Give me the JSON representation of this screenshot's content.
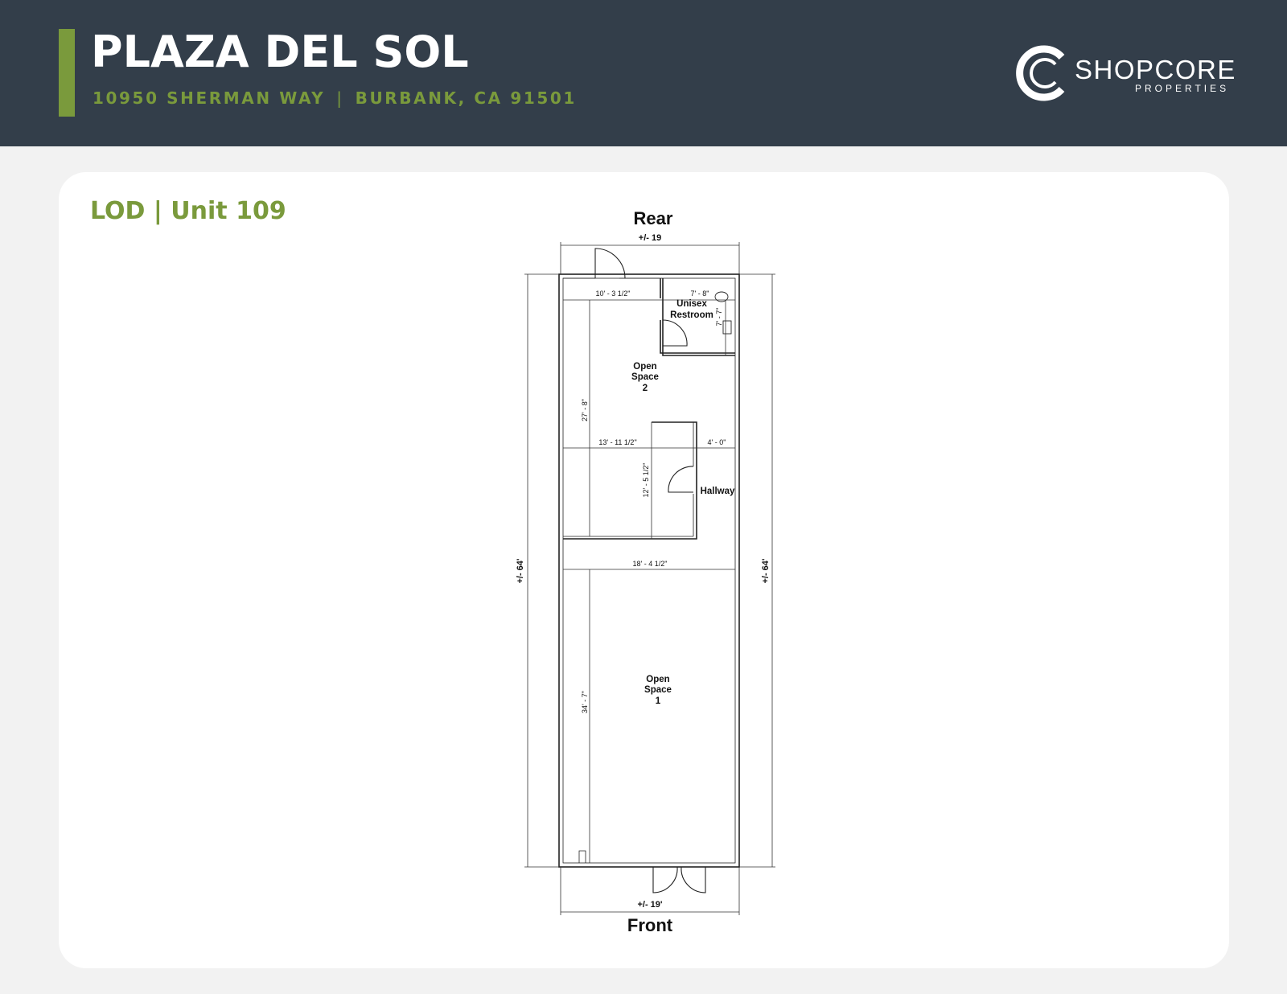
{
  "header": {
    "title": "PLAZA DEL SOL",
    "address_street": "10950 SHERMAN WAY",
    "address_separator": "|",
    "address_city": "BURBANK, CA 91501",
    "brand_name": "SHOPCORE",
    "brand_sub": "PROPERTIES"
  },
  "unit": {
    "title": "LOD | Unit 109"
  },
  "floorplan": {
    "rear_label": "Rear",
    "front_label": "Front",
    "rear_width": "+/- 19",
    "front_width": "+/- 19'",
    "left_depth": "+/- 64'",
    "right_depth": "+/- 64'",
    "rooms": {
      "restroom_line1": "Unisex",
      "restroom_line2": "Restroom",
      "open2_line1": "Open",
      "open2_line2": "Space",
      "open2_line3": "2",
      "hallway": "Hallway",
      "open1_line1": "Open",
      "open1_line2": "Space",
      "open1_line3": "1"
    },
    "dimensions": {
      "rear_room_width": "10' - 3 1/2\"",
      "restroom_width": "7' - 8\"",
      "restroom_depth": "7' - 7\"",
      "open2_depth": "27' - 8\"",
      "mid_room_width": "13' - 11 1/2\"",
      "hallway_width": "4' - 0\"",
      "mid_room_depth": "12' - 5 1/2\"",
      "open1_width": "18' - 4 1/2\"",
      "open1_depth": "34' - 7\""
    }
  },
  "colors": {
    "header_bg": "#333e4a",
    "accent_green": "#7a9a3c",
    "page_bg": "#f2f2f2",
    "card_bg": "#ffffff"
  }
}
